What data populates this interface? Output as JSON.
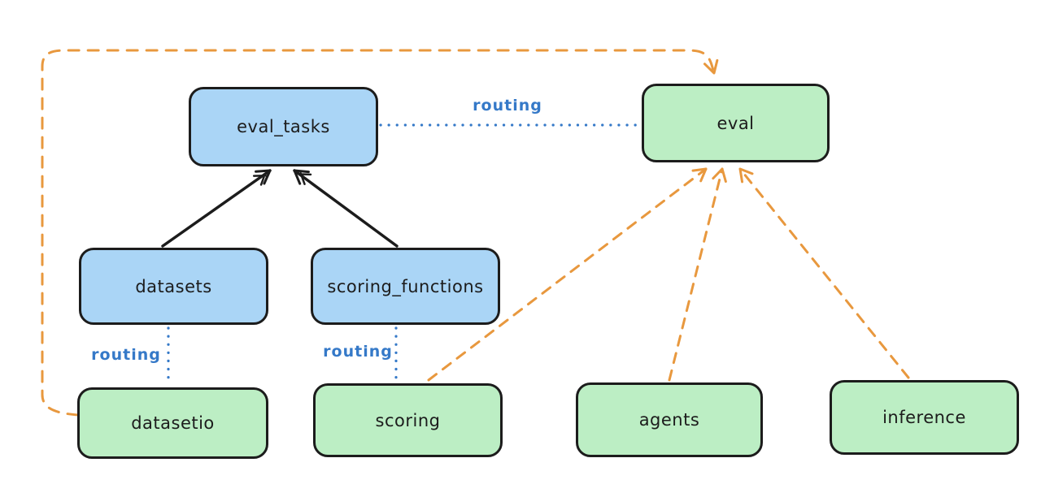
{
  "diagram": {
    "title": "",
    "colors": {
      "blue_node_fill": "#aad5f6",
      "green_node_fill": "#bceec4",
      "node_stroke": "#1c1c1c",
      "black_arrow": "#1c1c1c",
      "orange_dashed": "#e8983e",
      "blue_dotted": "#3579c8",
      "background": "#ffffff"
    },
    "nodes": [
      {
        "id": "eval_tasks",
        "label": "eval_tasks",
        "color": "blue"
      },
      {
        "id": "eval",
        "label": "eval",
        "color": "green"
      },
      {
        "id": "datasets",
        "label": "datasets",
        "color": "blue"
      },
      {
        "id": "scoring_functions",
        "label": "scoring_functions",
        "color": "blue"
      },
      {
        "id": "datasetio",
        "label": "datasetio",
        "color": "green"
      },
      {
        "id": "scoring",
        "label": "scoring",
        "color": "green"
      },
      {
        "id": "agents",
        "label": "agents",
        "color": "green"
      },
      {
        "id": "inference",
        "label": "inference",
        "color": "green"
      }
    ],
    "edges": [
      {
        "from": "datasets",
        "to": "eval_tasks",
        "style": "solid-black-arrow",
        "label": ""
      },
      {
        "from": "scoring_functions",
        "to": "eval_tasks",
        "style": "solid-black-arrow",
        "label": ""
      },
      {
        "from": "eval_tasks",
        "to": "eval",
        "style": "dotted-blue",
        "label": "routing"
      },
      {
        "from": "datasets",
        "to": "datasetio",
        "style": "dotted-blue",
        "label": "routing"
      },
      {
        "from": "scoring_functions",
        "to": "scoring",
        "style": "dotted-blue",
        "label": "routing"
      },
      {
        "from": "datasetio",
        "to": "eval",
        "style": "dashed-orange-arrow",
        "label": ""
      },
      {
        "from": "scoring",
        "to": "eval",
        "style": "dashed-orange-arrow",
        "label": ""
      },
      {
        "from": "agents",
        "to": "eval",
        "style": "dashed-orange-arrow",
        "label": ""
      },
      {
        "from": "inference",
        "to": "eval",
        "style": "dashed-orange-arrow",
        "label": ""
      }
    ],
    "edge_labels": [
      {
        "id": "routing-eval-tasks-to-eval",
        "text": "routing"
      },
      {
        "id": "routing-datasets-to-datasetio",
        "text": "routing"
      },
      {
        "id": "routing-scoring-fns-to-scoring",
        "text": "routing"
      }
    ]
  }
}
